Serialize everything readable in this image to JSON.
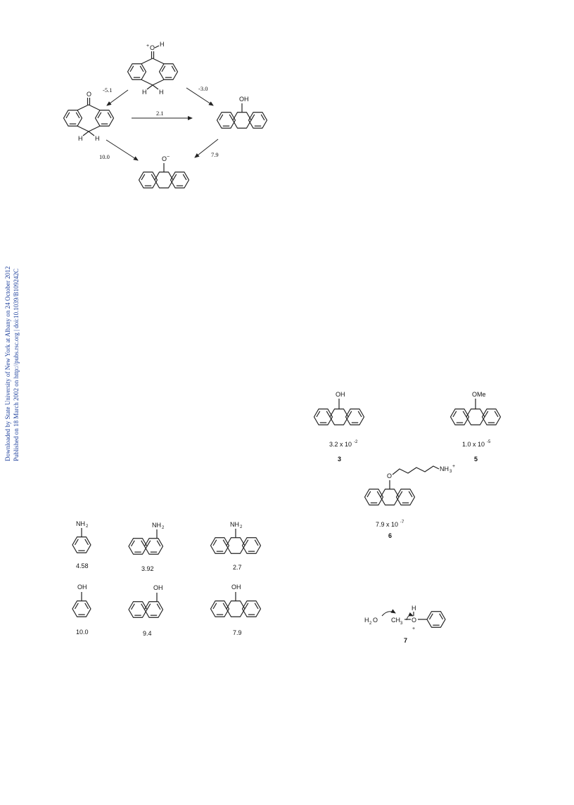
{
  "margin_note": {
    "line1": "Downloaded by State University of New York at Albany on 24 October 2012",
    "line2": "Published on 18 March 2002 on http://pubs.rsc.org | doi:10.1039/B109242C",
    "color": "#1a3d9a"
  },
  "scheme_top": {
    "top_species": {
      "O": "O",
      "charge": "+",
      "H": "H",
      "ch2_left": "H",
      "ch2_right": "H"
    },
    "left_species": {
      "O": "O",
      "h_left": "H",
      "h_right": "H"
    },
    "right_species": {
      "group": "OH"
    },
    "bottom_species": {
      "group": "O",
      "charge": "−"
    },
    "values": {
      "top_to_left": "-5.1",
      "top_to_right": "-3.0",
      "left_to_right": "2.1",
      "left_to_bottom": "10.0",
      "right_to_bottom": "7.9"
    }
  },
  "compounds_right": [
    {
      "group": "OH",
      "value_text": "3.2 x 10",
      "exponent": "-2",
      "number": "3"
    },
    {
      "group": "OMe",
      "value_text": "1.0 x 10",
      "exponent": "-5",
      "number": "5"
    },
    {
      "group": "O",
      "chain_end": "NH",
      "sub": "3",
      "sup": "+",
      "value_text": "7.9 x 10",
      "exponent": "-7",
      "number": "6"
    }
  ],
  "grid_table": {
    "row1": [
      {
        "group": "NH",
        "sub": "2",
        "value": "4.58"
      },
      {
        "group": "NH",
        "sub": "2",
        "value": "3.92"
      },
      {
        "group": "NH",
        "sub": "2",
        "value": "2.7"
      }
    ],
    "row2": [
      {
        "group": "OH",
        "value": "10.0"
      },
      {
        "group": "OH",
        "value": "9.4"
      },
      {
        "group": "OH",
        "value": "7.9"
      }
    ]
  },
  "compound7": {
    "water": "H",
    "water_sub": "2",
    "water_O": "O",
    "methyl": "CH",
    "methyl_sub": "3",
    "oxygen": "O",
    "proton": "H",
    "charge": "+",
    "number": "7"
  }
}
